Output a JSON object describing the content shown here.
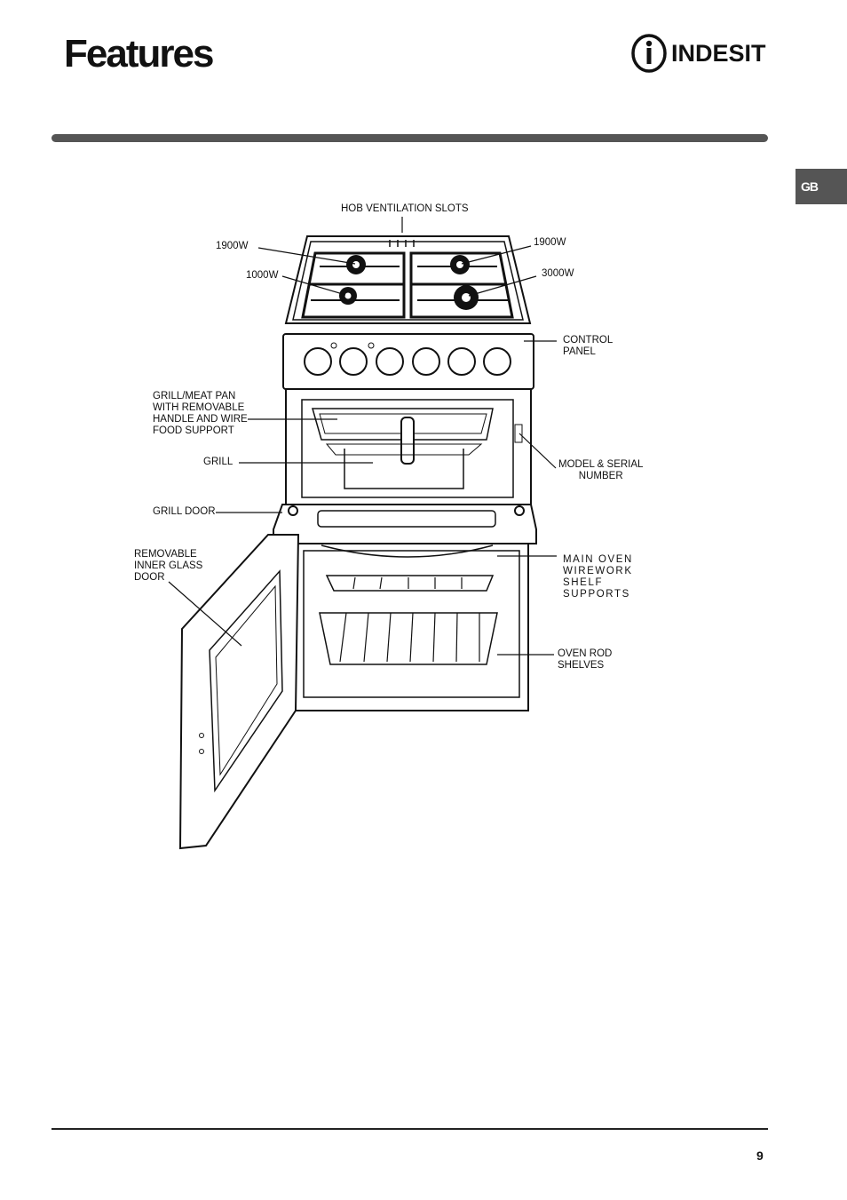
{
  "header": {
    "title": "Features",
    "brand": "INDESIT"
  },
  "tab": {
    "label": "GB"
  },
  "labels": {
    "hob_ventilation_slots": "HOB VENTILATION SLOTS",
    "burner_back_left": "1900W",
    "burner_back_right": "1900W",
    "burner_front_left": "1000W",
    "burner_front_right": "3000W",
    "control_panel": "CONTROL\nPANEL",
    "grill_meat_pan": "GRILL/MEAT PAN\nWITH REMOVABLE\nHANDLE AND WIRE\nFOOD SUPPORT",
    "grill": "GRILL",
    "model_serial": "MODEL & SERIAL\nNUMBER",
    "grill_door": "GRILL DOOR",
    "removable_inner_glass_door": "REMOVABLE\nINNER GLASS\nDOOR",
    "main_oven_shelf_supports": "MAIN OVEN\nWIREWORK\nSHELF\nSUPPORTS",
    "oven_rod_shelves": "OVEN ROD\nSHELVES"
  },
  "footer": {
    "page_number": "9"
  },
  "colors": {
    "rule": "#555555",
    "tab_bg": "#555555",
    "ink": "#111111"
  },
  "icons": {
    "logo": "indesit-logo-icon"
  }
}
